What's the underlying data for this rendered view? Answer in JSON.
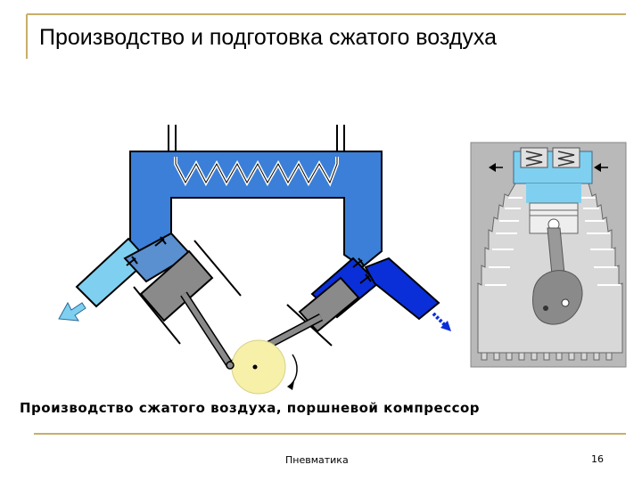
{
  "slide": {
    "title": "Производство и подготовка сжатого воздуха",
    "caption": "Производство сжатого воздуха, поршневой компрессор",
    "footer_text": "Пневматика",
    "page_number": "16"
  },
  "colors": {
    "frame_line": "#c8ae6a",
    "cooler_blue": "#3b7fd8",
    "intake_light_blue": "#7fd0f0",
    "compressed_blue": "#0a2fd8",
    "piston_gray": "#8a8a8a",
    "crank_yellow": "#f6f0a8",
    "housing_gray": "#b9b9b9"
  }
}
